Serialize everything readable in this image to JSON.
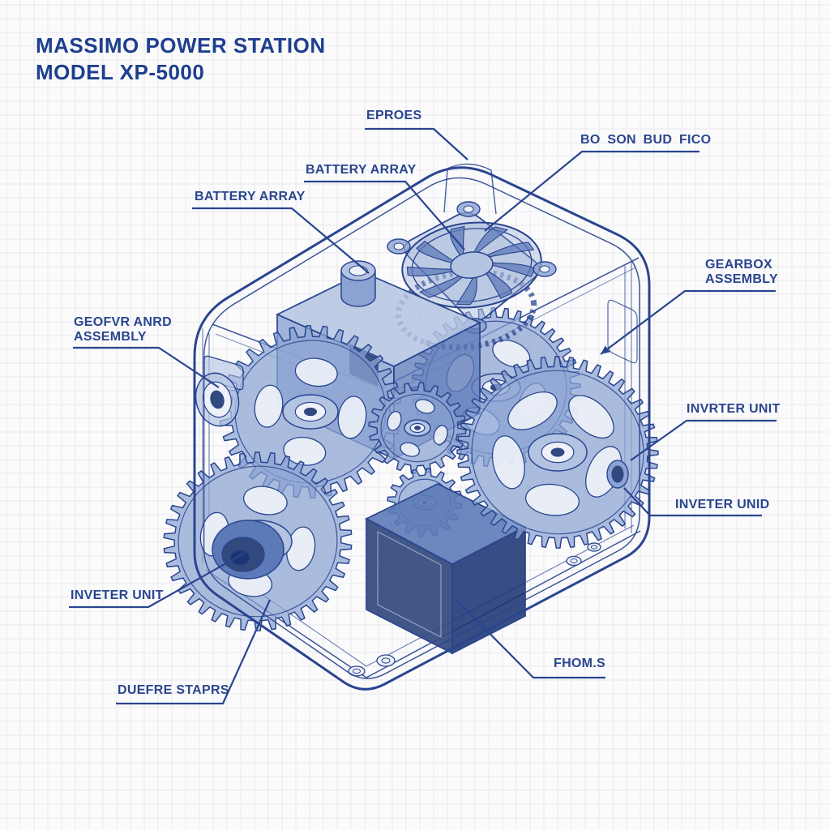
{
  "title": {
    "line1": "MASSIMO POWER STATION",
    "line2": "MODEL XP-5000"
  },
  "labels": {
    "eproes": "EPROES",
    "bo_son_bud_fico": "BO SON BUD FICO",
    "battery_array_upper": "BATTERY ARRAY",
    "battery_array_lower": "BATTERY ARRAY",
    "gearbox_line1": "GEARBOX",
    "gearbox_line2": "ASSEMBLY",
    "geofvr_line1": "GEOFVR ANRD",
    "geofvr_line2": "ASSEMBLY",
    "invrter_unit": "INVRTER UNIT",
    "inveter_unid": "INVETER UNID",
    "inveter_unit": "INVETER UNIT",
    "duefre_staprs": "DUEFRE STAPRS",
    "fhoms": "FHOM.S"
  },
  "colors": {
    "ink": "#2a458f",
    "ink_dark": "#1d3472",
    "title": "#1e3f8e",
    "fill_light": "#b3c3e2",
    "fill_mid": "#8ba3d2",
    "fill_deep": "#5d7ab8",
    "fill_dark": "#32497e",
    "hole": "#eef2f8",
    "paper": "#fbfbfc",
    "grid": "#e8eaef"
  }
}
